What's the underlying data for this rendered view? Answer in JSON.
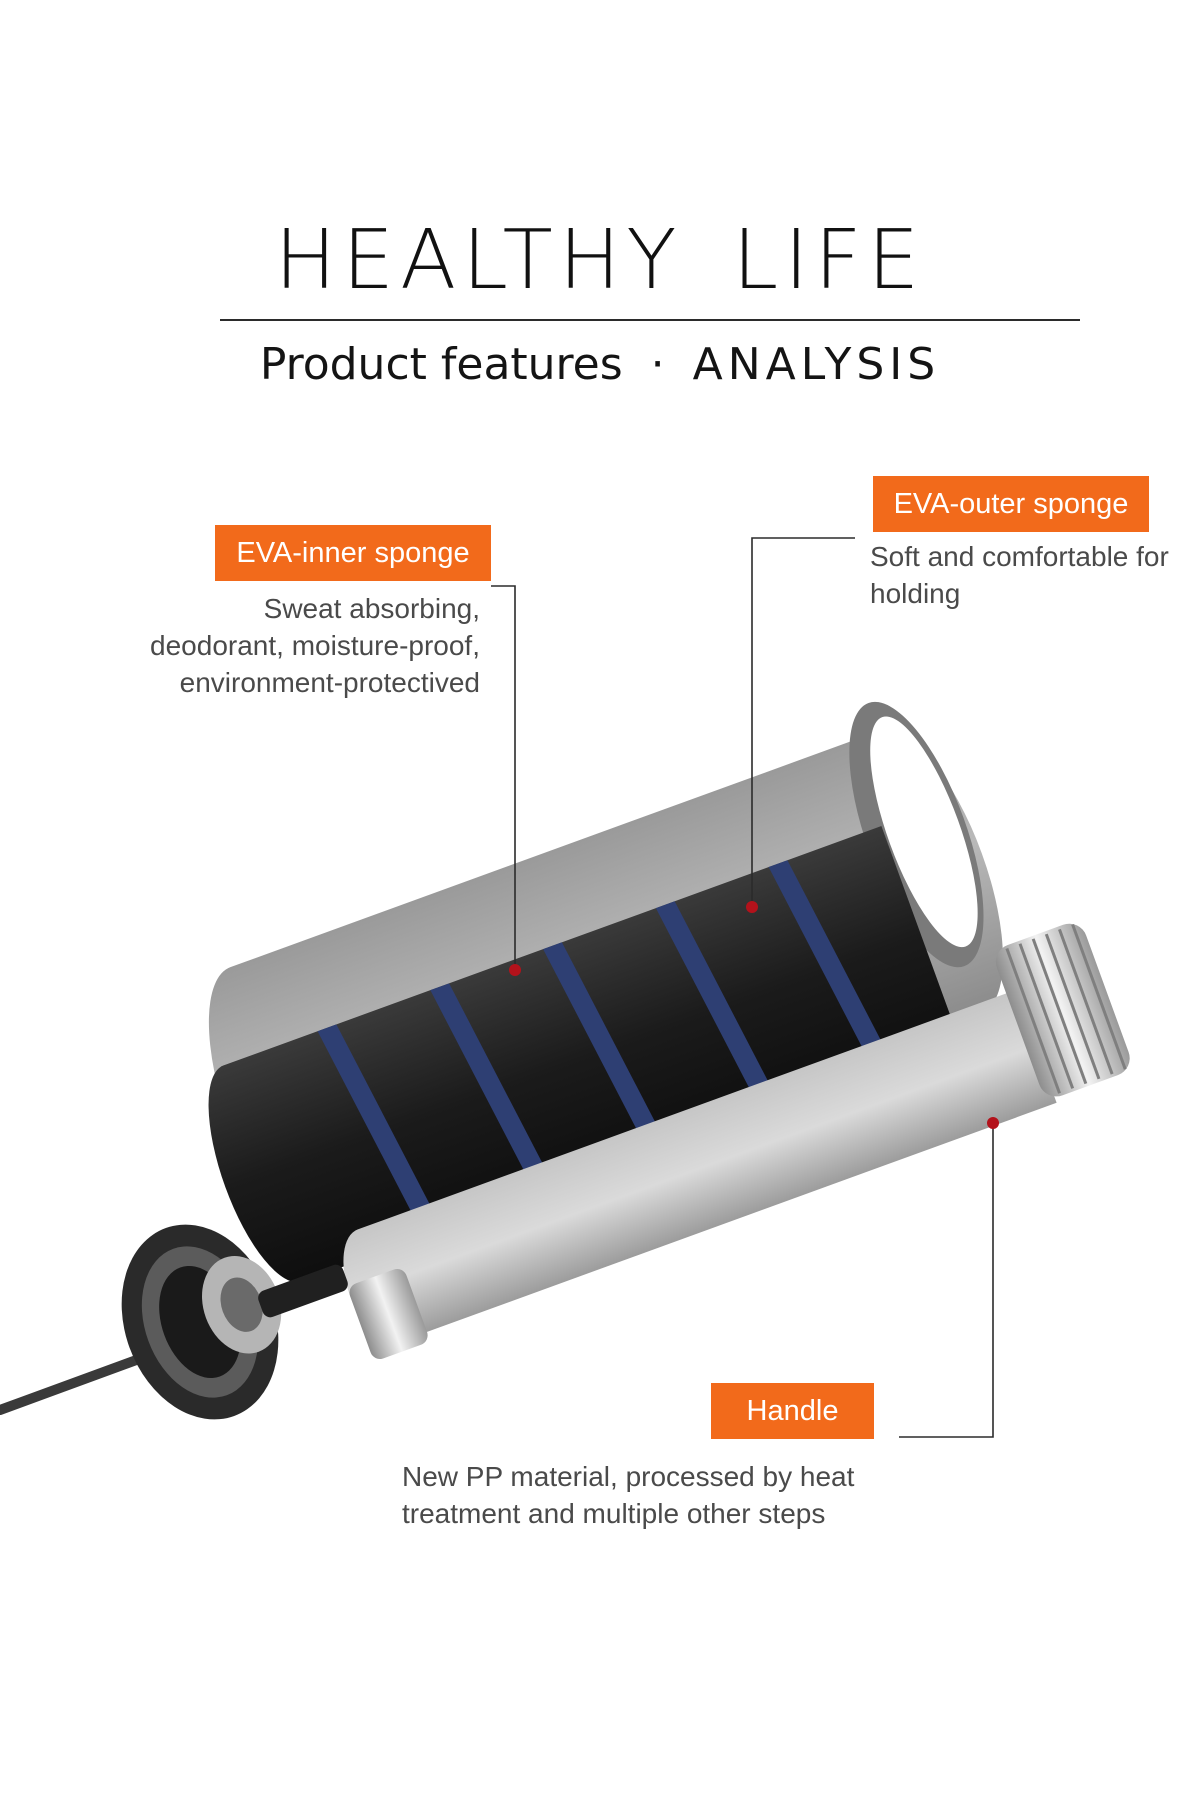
{
  "header": {
    "title": "HEALTHY LIFE",
    "subtitle_left": "Product features",
    "subtitle_separator": "·",
    "subtitle_right": "ANALYSIS"
  },
  "callouts": {
    "inner": {
      "label": "EVA-inner sponge",
      "lines": [
        "Sweat absorbing,",
        "deodorant, moisture-proof,",
        "environment-protectived"
      ]
    },
    "outer": {
      "label": "EVA-outer sponge",
      "lines": [
        "Soft and comfortable for",
        "holding"
      ]
    },
    "handle": {
      "label": "Handle",
      "lines": [
        "New PP material, processed by heat",
        "treatment and multiple other steps"
      ]
    }
  },
  "colors": {
    "tag_background": "#f26a1b",
    "marker_dot": "#b3121b",
    "stripe": "#2e3f73",
    "sponge": "#1c1c1c",
    "shell": "#a9a9a9"
  },
  "icons": {
    "marker": "red-dot-marker"
  }
}
